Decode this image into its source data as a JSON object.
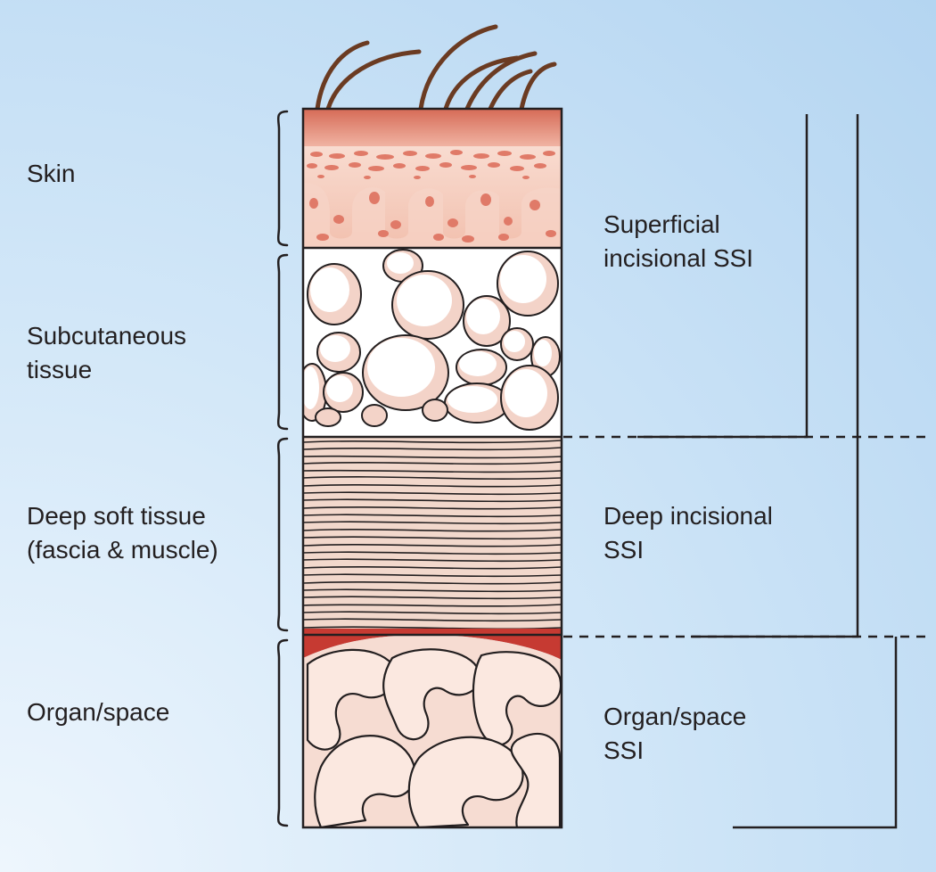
{
  "left_labels": {
    "skin": "Skin",
    "subcutaneous": "Subcutaneous\ntissue",
    "deep": "Deep soft tissue\n(fascia & muscle)",
    "organ": "Organ/space"
  },
  "right_labels": {
    "superficial": "Superficial\nincisional SSI",
    "deep": "Deep incisional\nSSI",
    "organ": "Organ/space\nSSI"
  },
  "colors": {
    "background": "#c6e0f5",
    "skin_top": "#d8715e",
    "skin_body": "#f4c7b6",
    "skin_dots": "#e07a68",
    "fat_cells": "#f3d3c8",
    "muscle": "#f2d8cc",
    "organ": "#f6dcd2",
    "blood": "#c63a32",
    "hair": "#6b3b22",
    "line": "#231f20"
  }
}
